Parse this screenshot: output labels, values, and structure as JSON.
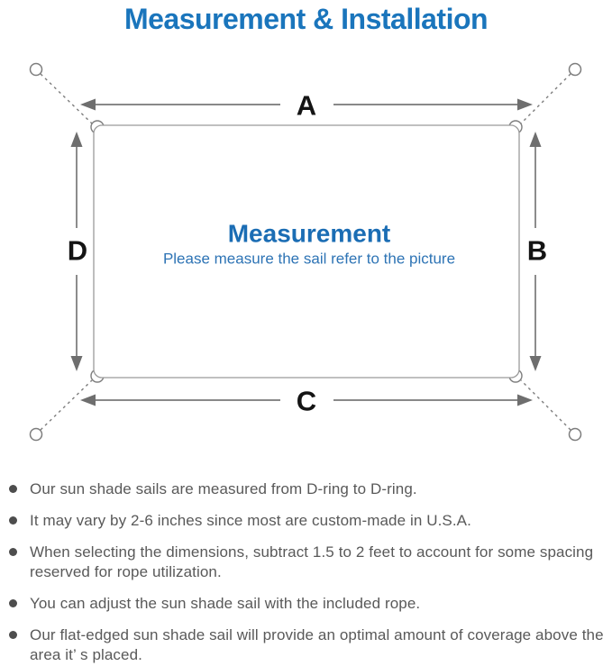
{
  "title": "Measurement & Installation",
  "diagram": {
    "heading": "Measurement",
    "subheading": "Please measure the sail refer to the picture",
    "labels": {
      "top": "A",
      "right": "B",
      "bottom": "C",
      "left": "D"
    }
  },
  "notes": [
    "Our sun shade sails are measured from D-ring to D-ring.",
    "It may vary by 2-6 inches since most are custom-made in U.S.A.",
    "When selecting the dimensions, subtract 1.5 to 2 feet to account for some spacing reserved for rope utilization.",
    "You can adjust the sun shade sail with the included rope.",
    "Our flat-edged sun shade sail will provide an optimal amount of coverage above the area it’ s placed."
  ],
  "colors": {
    "title_blue": "#1a75bc",
    "diagram_heading_blue": "#1b6db4",
    "diagram_subheading_blue": "#2e74b5",
    "line_gray": "#8a8a8a",
    "arrow_gray": "#6e6e6e",
    "note_gray": "#595959"
  }
}
